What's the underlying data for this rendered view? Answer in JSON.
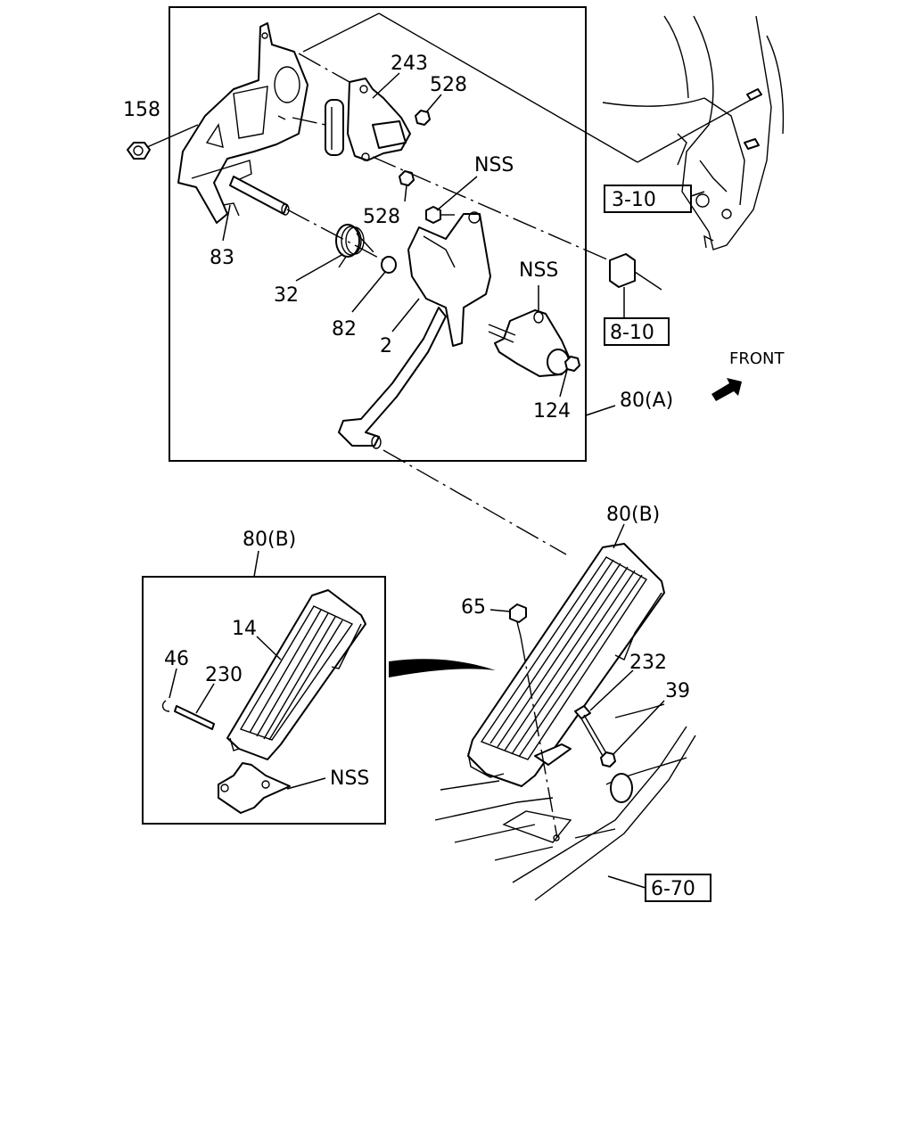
{
  "labels": {
    "p158": "158",
    "p243": "243",
    "p528a": "528",
    "p528b": "528",
    "nss_bolt": "NSS",
    "p83": "83",
    "p32": "32",
    "p82": "82",
    "p2": "2",
    "nss_sensor": "NSS",
    "p124": "124",
    "p80a": "80(A)",
    "p80b_main": "80(B)",
    "p80b_inset": "80(B)",
    "p14": "14",
    "p46": "46",
    "p230": "230",
    "nss_bracket": "NSS",
    "p65": "65",
    "p232": "232",
    "p39": "39"
  },
  "refs": {
    "r310": "3-10",
    "r810": "8-10",
    "r670": "6-70"
  },
  "front_label": "FRONT"
}
